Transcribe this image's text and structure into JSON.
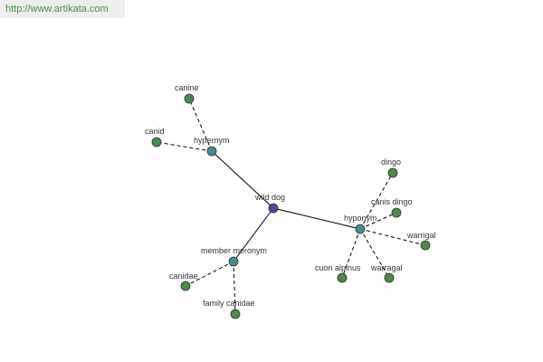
{
  "header": {
    "url": "http://www.artikata.com"
  },
  "colors": {
    "root": "#4a4a9a",
    "relation": "#4a8a8a",
    "term": "#4a8a4a",
    "edge": "#000000"
  },
  "nodes": [
    {
      "id": "wild-dog",
      "label": "wild dog",
      "kind": "root"
    },
    {
      "id": "hypernym",
      "label": "hypernym",
      "kind": "relation"
    },
    {
      "id": "hyponym",
      "label": "hyponym",
      "kind": "relation"
    },
    {
      "id": "member-meronym",
      "label": "member meronym",
      "kind": "relation"
    },
    {
      "id": "canine",
      "label": "canine",
      "kind": "term"
    },
    {
      "id": "canid",
      "label": "canid",
      "kind": "term"
    },
    {
      "id": "dingo",
      "label": "dingo",
      "kind": "term"
    },
    {
      "id": "canis-dingo",
      "label": "canis dingo",
      "kind": "term"
    },
    {
      "id": "warrigal-1",
      "label": "warrigal",
      "kind": "term"
    },
    {
      "id": "warragal",
      "label": "warragal",
      "kind": "term"
    },
    {
      "id": "cuon-alpinus",
      "label": "cuon alpinus",
      "kind": "term"
    },
    {
      "id": "canidae",
      "label": "canidae",
      "kind": "term"
    },
    {
      "id": "family-canidae",
      "label": "family canidae",
      "kind": "term"
    }
  ],
  "edges": [
    {
      "from": "wild-dog",
      "to": "hypernym",
      "style": "solid"
    },
    {
      "from": "wild-dog",
      "to": "hyponym",
      "style": "solid"
    },
    {
      "from": "wild-dog",
      "to": "member-meronym",
      "style": "solid"
    },
    {
      "from": "hypernym",
      "to": "canine",
      "style": "dashed"
    },
    {
      "from": "hypernym",
      "to": "canid",
      "style": "dashed"
    },
    {
      "from": "hyponym",
      "to": "dingo",
      "style": "dashed"
    },
    {
      "from": "hyponym",
      "to": "canis-dingo",
      "style": "dashed"
    },
    {
      "from": "hyponym",
      "to": "warrigal-1",
      "style": "dashed"
    },
    {
      "from": "hyponym",
      "to": "warragal",
      "style": "dashed"
    },
    {
      "from": "hyponym",
      "to": "cuon-alpinus",
      "style": "dashed"
    },
    {
      "from": "member-meronym",
      "to": "canidae",
      "style": "dashed"
    },
    {
      "from": "member-meronym",
      "to": "family-canidae",
      "style": "dashed"
    }
  ]
}
